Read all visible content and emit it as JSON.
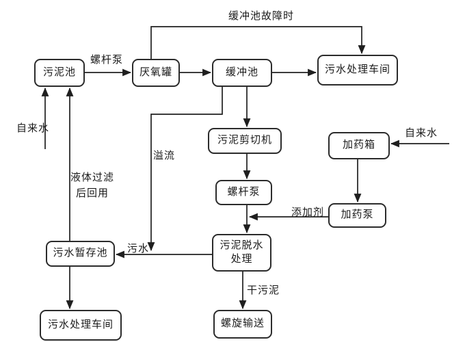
{
  "colors": {
    "line": "#1f1f1f",
    "box_border": "#2b2b2b",
    "text": "#1a1a1a",
    "background": "#ffffff"
  },
  "nodes": {
    "sludge_pool": "污泥池",
    "anaerobic_tank": "厌氧罐",
    "buffer_pool": "缓冲池",
    "sewage_workshop_top": "污水处理车间",
    "sludge_shear": "污泥剪切机",
    "dosing_box": "加药箱",
    "screw_pump": "螺杆泵",
    "dosing_pump": "加药泵",
    "dewater_line1": "污泥脱水",
    "dewater_line2": "处理",
    "sewage_buffer_pool": "污水暂存池",
    "sewage_workshop_bottom": "污水处理车间",
    "screw_conveyor": "螺旋输送"
  },
  "edge_labels": {
    "screw_pump": "螺杆泵",
    "buffer_fault": "缓冲池故障时",
    "tap_water_left": "自来水",
    "tap_water_right": "自来水",
    "overflow": "溢流",
    "filter_reuse_line1": "液体过滤",
    "filter_reuse_line2": "后回用",
    "sewage": "污水",
    "additive": "添加剂",
    "dry_sludge": "干污泥"
  }
}
